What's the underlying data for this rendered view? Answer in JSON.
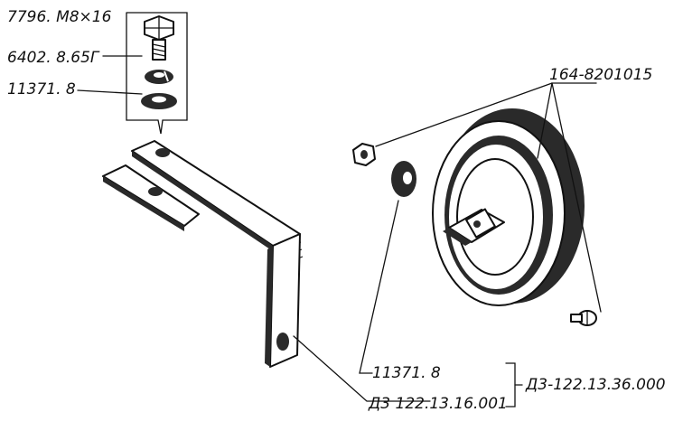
{
  "labels": {
    "bolt": "7796. M8×16",
    "spring_washer": "6402. 8.65Г",
    "washer_top": "11371. 8",
    "horn_part": "164-8201015",
    "washer_bottom": "11371. 8",
    "bracket_part": "Д3  122.13.16.001",
    "assembly": "Д3-122.13.36.000"
  }
}
